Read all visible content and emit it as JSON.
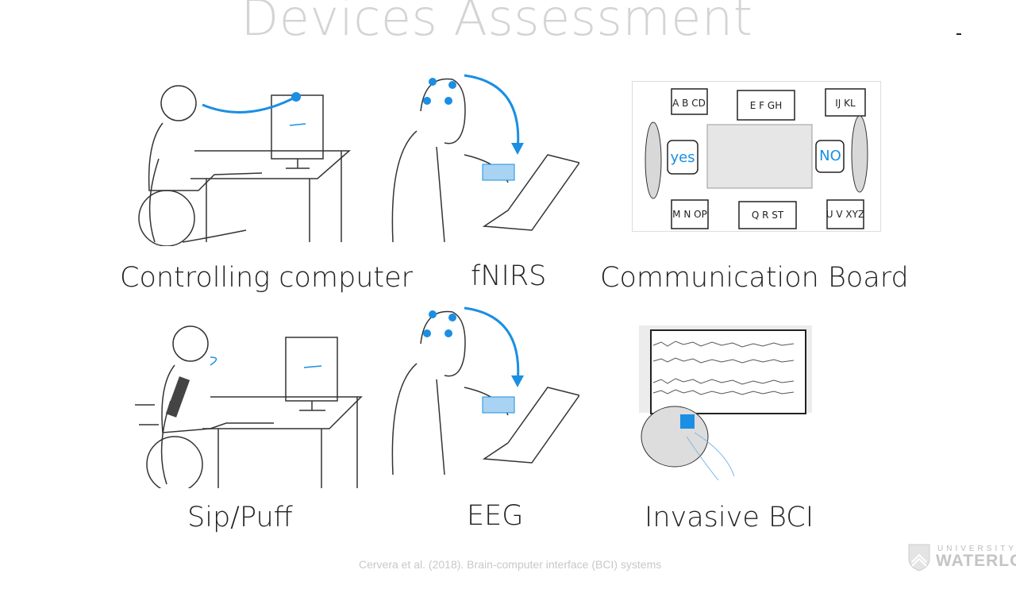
{
  "slide": {
    "title": "Devices Assessment",
    "items": [
      {
        "label": "Controlling computer"
      },
      {
        "label": "fNIRS"
      },
      {
        "label": "Communication Board"
      },
      {
        "label": "Sip/Puff"
      },
      {
        "label": "EEG"
      },
      {
        "label": "Invasive BCI"
      }
    ],
    "citation": "Cervera et al. (2018). Brain-computer interface (BCI) systems",
    "logo": {
      "line1": "UNIVERSITY OF",
      "line2": "WATERLOO"
    },
    "board": {
      "tiles": [
        "A B CD",
        "E F GH",
        "IJ KL",
        "M N OP",
        "Q R ST",
        "U V XYZ"
      ],
      "yes": "yes",
      "no": "NO"
    },
    "accent_color": "#1a8fe3"
  }
}
